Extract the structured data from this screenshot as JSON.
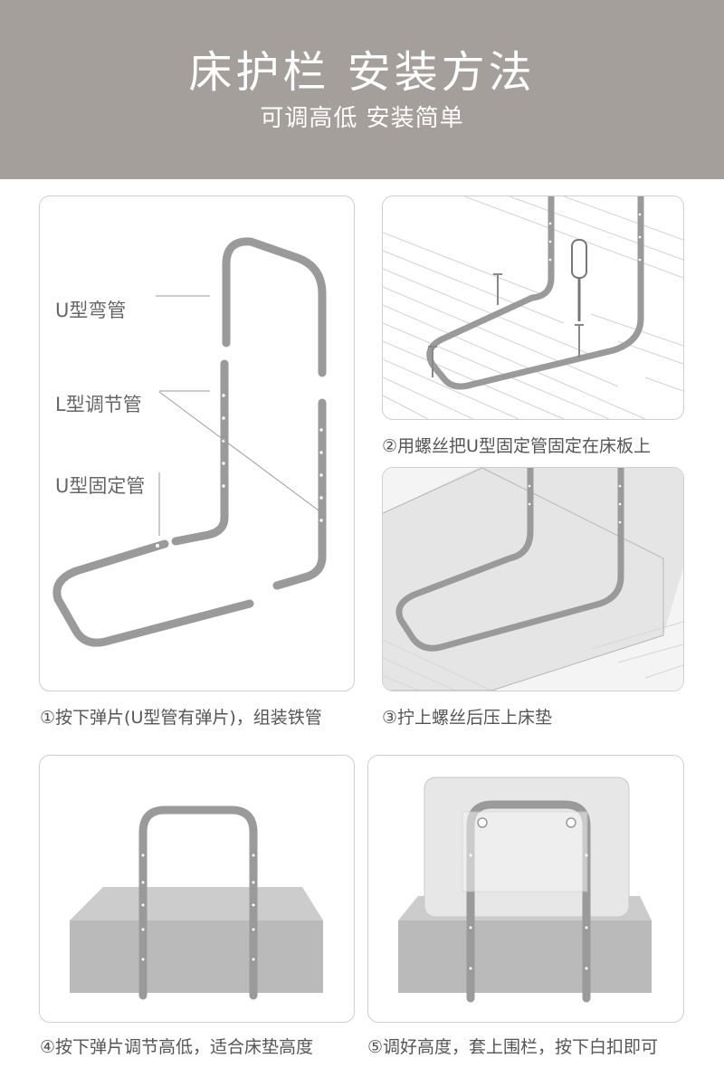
{
  "header": {
    "title": "床护栏  安装方法",
    "subtitle": "可调高低 安装简单"
  },
  "step1": {
    "label_u_bend": "U型弯管",
    "label_l_adjust": "L型调节管",
    "label_u_fixed": "U型固定管",
    "caption": "①按下弹片(U型管有弹片)，组装铁管"
  },
  "step2": {
    "caption": "②用螺丝把U型固定管固定在床板上"
  },
  "step3": {
    "caption": "③拧上螺丝后压上床垫"
  },
  "step4": {
    "caption": "④按下弹片调节高低，适合床垫高度"
  },
  "step5": {
    "caption": "⑤调好高度，套上围栏，按下白扣即可"
  },
  "colors": {
    "header_bg": "#a59f9c",
    "tube": "#9a9a9a",
    "mattress": "#b8b8b8"
  }
}
